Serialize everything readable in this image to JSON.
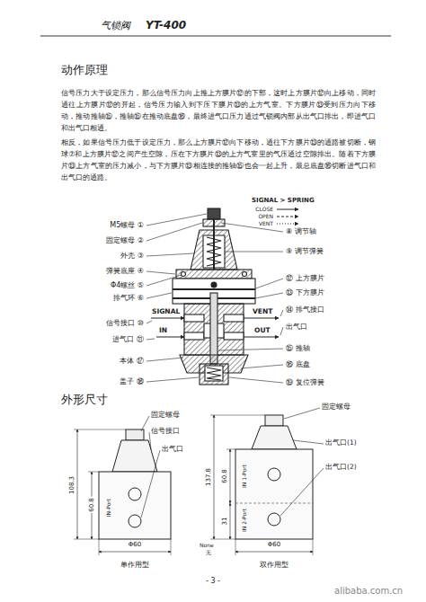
{
  "diagram": {
    "title": "动作原理",
    "labels": [
      "气锁阀",
      "YT-400",
      "信号压力大于设定压力，那么信号压力向上推上方膜片⑫的下部，这时上方膜片⑫向上移动，同时通往上方膜片⑫的开起，信号压力输入到下压下膜片⑬的上方气室。下方膜片⑬受到压力向下移动，推动推轴⑮，推轴⑮在推动底盘⑯，最终进气口压力通过气锁阀内部从出气口排出，即进气口和出气口相通。",
      "相反，如果信号压力低于设定压力，那么上方膜片⑫向下移动，通往下方膜片⑬的通路被切断，钢球⑦和上方膜片⑫之间产生空隙，压在下方膜片⑬的上方气室里的气压通过空隙排出。随着下方膜片⑬上方气室的压力减小，与下方膜片⑬相连接的推轴⑮也会一起上升，最总底盘⑯切断进气口和出气口的通路。",
      "SIGNAL > SPRING",
      "M5螺母 ①",
      "固定螺母 ②",
      "外壳 ③",
      "弹簧底座 ④",
      "Φ4螺丝 ⑤",
      "排气环 ⑥",
      "SIGNAL",
      "信号接口 ⑩",
      "IN",
      "进气口 ⑪",
      "本体 ⑰",
      "盖子 ⑱",
      "⑧ 调节轴",
      "⑨ 调节弹簧",
      "⑫ 上方膜片",
      "⑬ 下方膜片",
      "VENT",
      "⑭ 排气接口",
      "OUT",
      "出气口",
      "⑮ 推轴",
      "⑯ 底盘",
      "⑲ 复位弹簧",
      "外形尺寸",
      "固定螺母",
      "信号接口",
      "出气口",
      "IN-Port",
      "108.3",
      "60.8",
      "Φ60",
      "单作用型",
      "固定螺母",
      "出气口(1)",
      "出气口(2)",
      "IN 1-Port",
      "IN 2-Port",
      "137.8",
      "60.8",
      "31",
      "None",
      "无",
      "Φ60",
      "双作用型",
      "- 3 -",
      "alibaba.com.cn"
    ],
    "legend": [
      {
        "text": "CLOSE"
      },
      {
        "text": "OPEN"
      },
      {
        "text": "VENT"
      }
    ]
  }
}
